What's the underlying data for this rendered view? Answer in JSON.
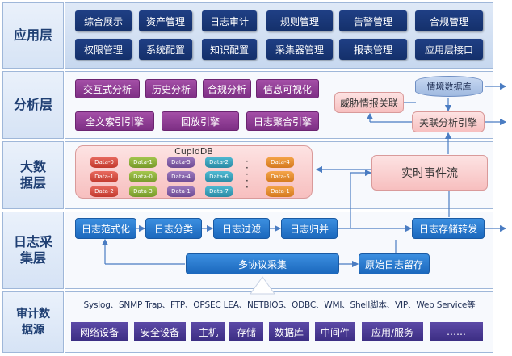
{
  "layers": {
    "app": "应用层",
    "analysis": "分析层",
    "bigdata": "大数据层",
    "collect": "日志采集层",
    "source": "审计数据源"
  },
  "app_layer": {
    "row1": [
      "综合展示",
      "资产管理",
      "日志审计",
      "规则管理",
      "告警管理",
      "合规管理"
    ],
    "row2": [
      "权限管理",
      "系统配置",
      "知识配置",
      "采集器管理",
      "报表管理",
      "应用层接口"
    ]
  },
  "analysis_layer": {
    "row1": [
      "交互式分析",
      "历史分析",
      "合规分析",
      "信息可视化"
    ],
    "row2": [
      "全文索引引擎",
      "回放引擎",
      "日志聚合引擎"
    ],
    "threat_intel": "威胁情报关联",
    "context_db": "情境数据库",
    "correlation_engine": "关联分析引擎"
  },
  "bigdata_layer": {
    "title": "CupidDB",
    "columns": [
      {
        "color": "red",
        "items": [
          "Data-0",
          "Data-1",
          "Data-2"
        ]
      },
      {
        "color": "green",
        "items": [
          "Data-1",
          "Data-0",
          "Data-3"
        ]
      },
      {
        "color": "purple",
        "items": [
          "Data-5",
          "Data-4",
          "Data-1"
        ]
      },
      {
        "color": "teal",
        "items": [
          "Data-2",
          "Data-6",
          "Data-7"
        ]
      },
      {
        "color": "orange",
        "items": [
          "Data-4",
          "Data-5",
          "Data-1"
        ]
      }
    ],
    "realtime_stream": "实时事件流"
  },
  "collect_layer": {
    "steps": [
      "日志范式化",
      "日志分类",
      "日志过滤",
      "日志归并"
    ],
    "storage_forward": "日志存储转发",
    "multi_protocol": "多协议采集",
    "raw_retention": "原始日志留存"
  },
  "source_layer": {
    "protocols": "Syslog、SNMP Trap、FTP、OPSEC LEA、NETBIOS、ODBC、WMI、Shell脚本、VIP、Web Service等",
    "sources": [
      "网络设备",
      "安全设备",
      "主机",
      "存储",
      "数据库",
      "中间件",
      "应用/服务",
      "……"
    ]
  }
}
